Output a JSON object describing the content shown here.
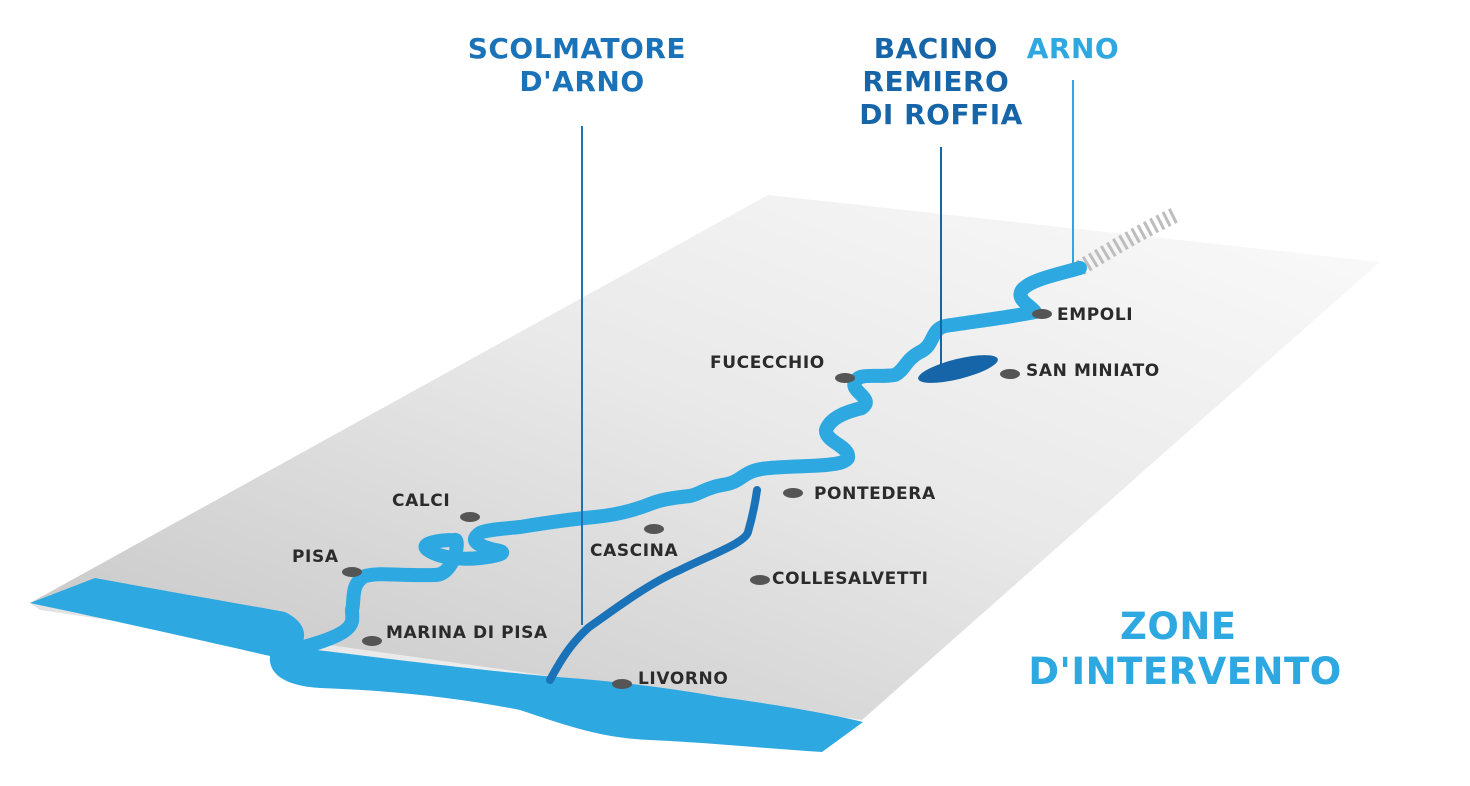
{
  "colors": {
    "arno": "#2ea8e0",
    "scolmatore": "#1a73b8",
    "bacino": "#1565a8",
    "sea": "#2ea8e0",
    "terrain_light": "#f6f6f6",
    "terrain_dark": "#c4c4c4",
    "city_dot": "#555555",
    "city_text": "#2b2b2b"
  },
  "callouts": {
    "scolmatore": {
      "lines": [
        "SCOLMATORE",
        "D'ARNO"
      ]
    },
    "bacino": {
      "lines": [
        "BACINO",
        "REMIERO",
        "DI ROFFIA"
      ]
    },
    "arno": {
      "lines": [
        "ARNO"
      ]
    }
  },
  "title": {
    "lines": [
      "ZONE",
      "D'INTERVENTO"
    ]
  },
  "cities": [
    {
      "id": "empoli",
      "name": "EMPOLI"
    },
    {
      "id": "fucecchio",
      "name": "FUCECCHIO"
    },
    {
      "id": "san-miniato",
      "name": "SAN MINIATO"
    },
    {
      "id": "pontedera",
      "name": "PONTEDERA"
    },
    {
      "id": "calci",
      "name": "CALCI"
    },
    {
      "id": "cascina",
      "name": "CASCINA"
    },
    {
      "id": "pisa",
      "name": "PISA"
    },
    {
      "id": "collesalvetti",
      "name": "COLLESALVETTI"
    },
    {
      "id": "marina-di-pisa",
      "name": "MARINA DI PISA"
    },
    {
      "id": "livorno",
      "name": "LIVORNO"
    }
  ]
}
